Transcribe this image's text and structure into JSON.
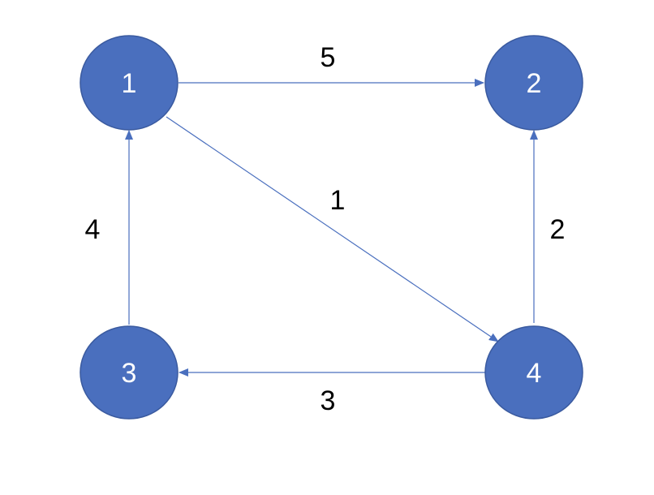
{
  "graph": {
    "nodes": [
      {
        "id": "1",
        "label": "1"
      },
      {
        "id": "2",
        "label": "2"
      },
      {
        "id": "3",
        "label": "3"
      },
      {
        "id": "4",
        "label": "4"
      }
    ],
    "edges": [
      {
        "from": "1",
        "to": "2",
        "weight": "5"
      },
      {
        "from": "1",
        "to": "4",
        "weight": "1"
      },
      {
        "from": "4",
        "to": "2",
        "weight": "2"
      },
      {
        "from": "3",
        "to": "1",
        "weight": "4"
      },
      {
        "from": "4",
        "to": "3",
        "weight": "3"
      }
    ],
    "colors": {
      "node_fill": "#4a6fbe",
      "node_stroke": "#3a5a9f",
      "edge": "#4a6fbe",
      "node_text": "#ffffff",
      "edge_text": "#000000"
    }
  }
}
